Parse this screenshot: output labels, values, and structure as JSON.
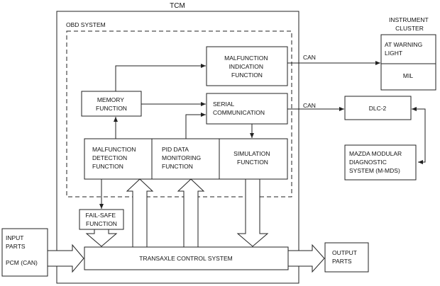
{
  "tcm": {
    "title": "TCM",
    "obd_system": "OBD SYSTEM"
  },
  "blocks": {
    "malfunction_indication": [
      "MALFUNCTION",
      "INDICATION",
      "FUNCTION"
    ],
    "memory": [
      "MEMORY",
      "FUNCTION"
    ],
    "serial_communication": [
      "SERIAL",
      "COMMUNICATION"
    ],
    "malfunction_detection": [
      "MALFUNCTION",
      "DETECTION",
      "FUNCTION"
    ],
    "pid_data_monitoring": [
      "PID DATA",
      "MONITORING",
      "FUNCTION"
    ],
    "simulation": [
      "SIMULATION",
      "FUNCTION"
    ],
    "fail_safe": [
      "FAIL-SAFE",
      "FUNCTION"
    ],
    "transaxle_control": "TRANSAXLE CONTROL SYSTEM"
  },
  "instrument_cluster": {
    "title": [
      "INSTRUMENT",
      "CLUSTER"
    ],
    "at_warning_light": [
      "AT WARNING",
      "LIGHT"
    ],
    "mil": "MIL"
  },
  "dlc": "DLC-2",
  "m_mds": [
    "MAZDA MODULAR",
    "DIAGNOSTIC",
    "SYSTEM (M-MDS)"
  ],
  "input": [
    "INPUT",
    "PARTS",
    "",
    "PCM (CAN)"
  ],
  "output": [
    "OUTPUT",
    "PARTS"
  ],
  "links": {
    "can_top": "CAN",
    "can_mid": "CAN"
  }
}
